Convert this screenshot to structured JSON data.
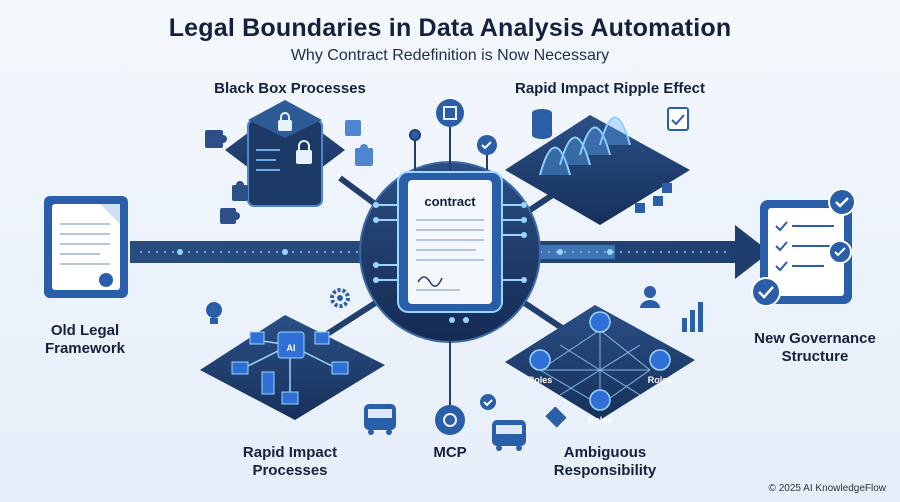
{
  "title": "Legal Boundaries in Data Analysis Automation",
  "subtitle": "Why Contract Redefinition is Now Necessary",
  "labels": {
    "black_box": "Black Box Processes",
    "ripple": "Rapid Impact Ripple Effect",
    "old_legal_line1": "Old Legal",
    "old_legal_line2": "Framework",
    "new_gov_line1": "New Governance",
    "new_gov_line2": "Structure",
    "rapid_processes_line1": "Rapid Impact",
    "rapid_processes_line2": "Processes",
    "mcp": "MCP",
    "ambiguous_line1": "Ambiguous",
    "ambiguous_line2": "Responsibility"
  },
  "center": {
    "document": "contract"
  },
  "roles": {
    "left": "Roles",
    "right": "Roles",
    "bottom": "Roles"
  },
  "processes_chip": "AI",
  "copyright": "© 2025 AI KnowledgeFlow",
  "colors": {
    "navy": "#1e3a66",
    "blue": "#2f6fd6",
    "light": "#dce8f7",
    "glow": "#8fd0ff"
  }
}
